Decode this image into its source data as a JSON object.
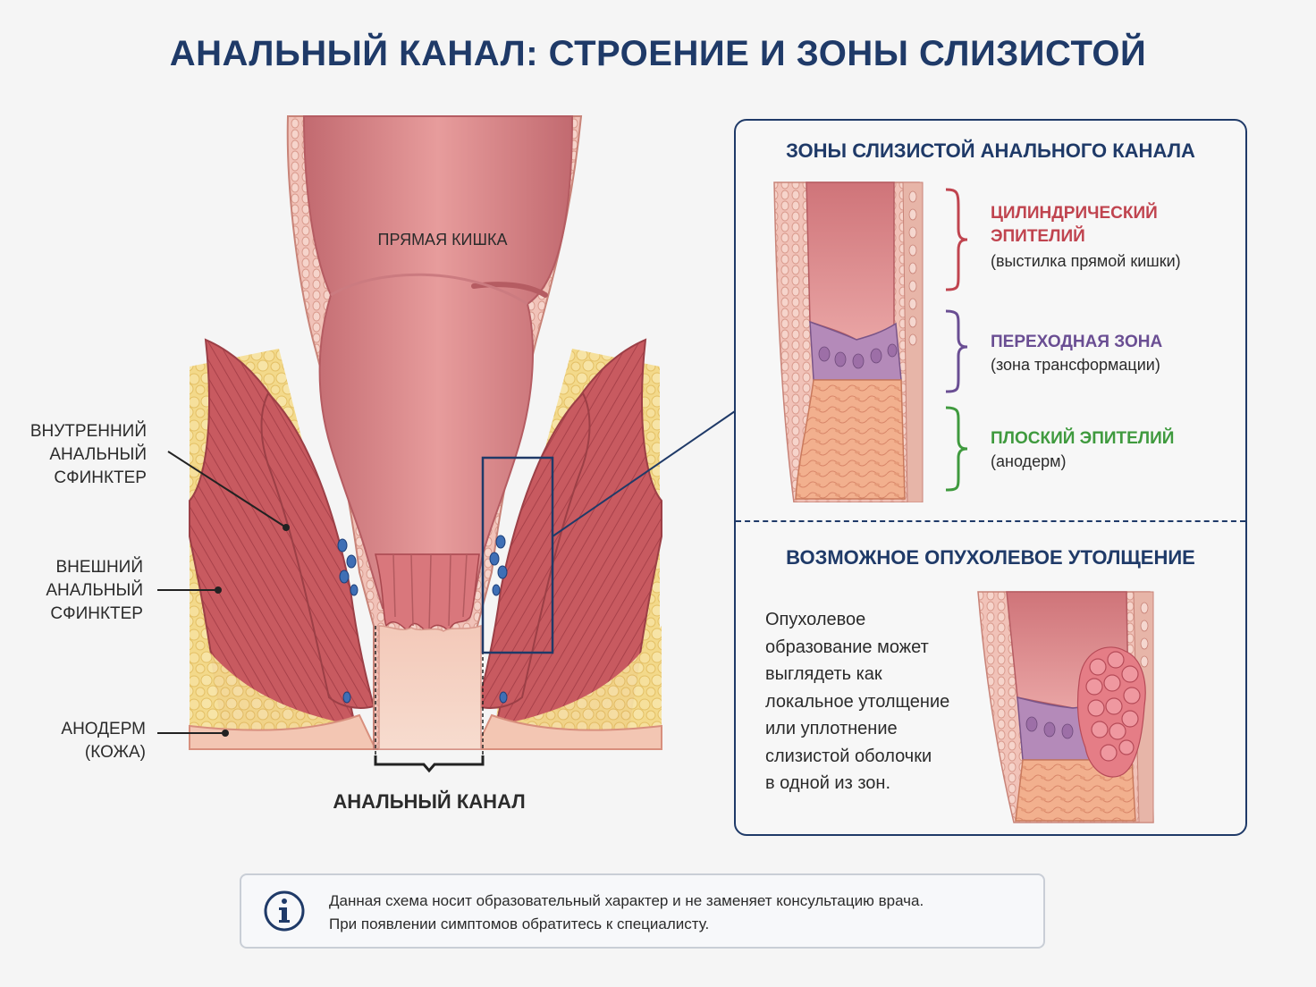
{
  "title": "АНАЛЬНЫЙ КАНАЛ: СТРОЕНИЕ И ЗОНЫ СЛИЗИСТОЙ",
  "anatomy": {
    "rectum_label": "ПРЯМАЯ КИШКА",
    "canal_label": "АНАЛЬНЫЙ КАНАЛ",
    "internal_sphincter": [
      "ВНУТРЕННИЙ",
      "АНАЛЬНЫЙ",
      "СФИНКТЕР"
    ],
    "external_sphincter": [
      "ВНЕШНИЙ",
      "АНАЛЬНЫЙ",
      "СФИНКТЕР"
    ],
    "anoderm": [
      "АНОДЕРМ",
      "(КОЖА)"
    ]
  },
  "zones_panel": {
    "title": "ЗОНЫ СЛИЗИСТОЙ АНАЛЬНОГО КАНАЛА",
    "zones": [
      {
        "name_line1": "ЦИЛИНДРИЧЕСКИЙ",
        "name_line2": "ЭПИТЕЛИЙ",
        "sub": "(выстилка прямой кишки)",
        "color": "#c0444f"
      },
      {
        "name_line1": "ПЕРЕХОДНАЯ ЗОНА",
        "name_line2": "",
        "sub": "(зона трансформации)",
        "color": "#6a4e93"
      },
      {
        "name_line1": "ПЛОСКИЙ ЭПИТЕЛИЙ",
        "name_line2": "",
        "sub": "(анодерм)",
        "color": "#3f9a3e"
      }
    ]
  },
  "tumor_panel": {
    "title": "ВОЗМОЖНОЕ ОПУХОЛЕВОЕ УТОЛЩЕНИЕ",
    "text_lines": [
      "Опухолевое",
      "образование может",
      "выглядеть как",
      "локальное утолщение",
      "или уплотнение",
      "слизистой оболочки",
      "в одной из зон."
    ]
  },
  "notice": {
    "line1": "Данная схема носит образовательный характер и не заменяет консультацию врача.",
    "line2": "При появлении симптомов обратитесь к специалисту."
  },
  "colors": {
    "navy": "#1f3a68",
    "mucosa": "#d98a8c",
    "muscle": "#c9565c",
    "fat": "#f2d27c",
    "columnar": "#c0444f",
    "transition": "#6a4e93",
    "squamous": "#3f9a3e"
  }
}
